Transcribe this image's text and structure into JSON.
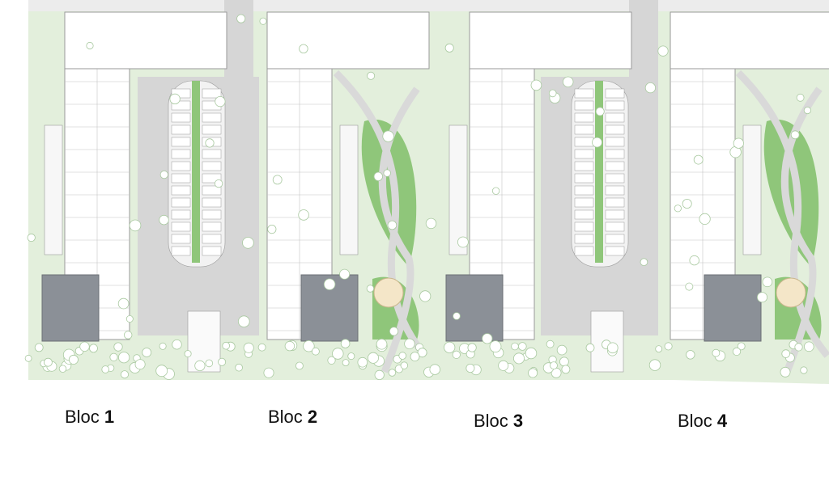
{
  "colors": {
    "lawn": "#e3efdc",
    "grass": "#8fc67a",
    "parking": "#d6d6d6",
    "building": "#ffffff",
    "highlight_block": "#8b9097",
    "lines": "#9a9a9a",
    "tree": "#ffffff"
  },
  "blocks": [
    {
      "word": "Bloc",
      "number": "1"
    },
    {
      "word": "Bloc",
      "number": "2"
    },
    {
      "word": "Bloc",
      "number": "3"
    },
    {
      "word": "Bloc",
      "number": "4"
    }
  ]
}
